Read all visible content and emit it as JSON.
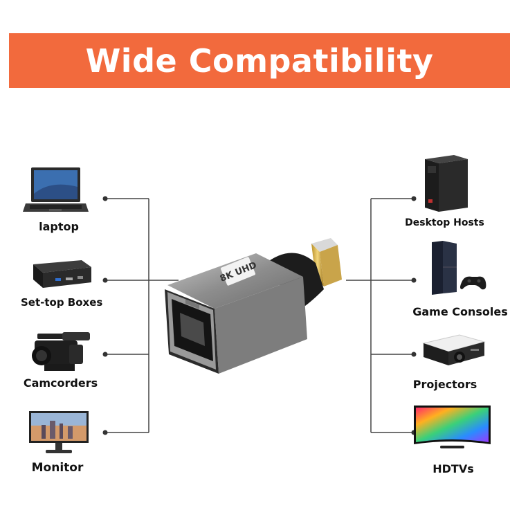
{
  "banner": {
    "title": "Wide Compatibility",
    "color": "#f26a3d"
  },
  "adapter": {
    "badge": "8K UHD"
  },
  "left_devices": [
    {
      "label": "laptop",
      "icon": "laptop-icon"
    },
    {
      "label": "Set-top Boxes",
      "icon": "settop-box-icon"
    },
    {
      "label": "Camcorders",
      "icon": "camcorder-icon"
    },
    {
      "label": "Monitor",
      "icon": "monitor-icon"
    }
  ],
  "right_devices": [
    {
      "label": "Desktop Hosts",
      "icon": "desktop-tower-icon"
    },
    {
      "label": "Game Consoles",
      "icon": "game-console-icon"
    },
    {
      "label": "Projectors",
      "icon": "projector-icon"
    },
    {
      "label": "HDTVs",
      "icon": "hdtv-icon"
    }
  ],
  "line_color": "#333333"
}
